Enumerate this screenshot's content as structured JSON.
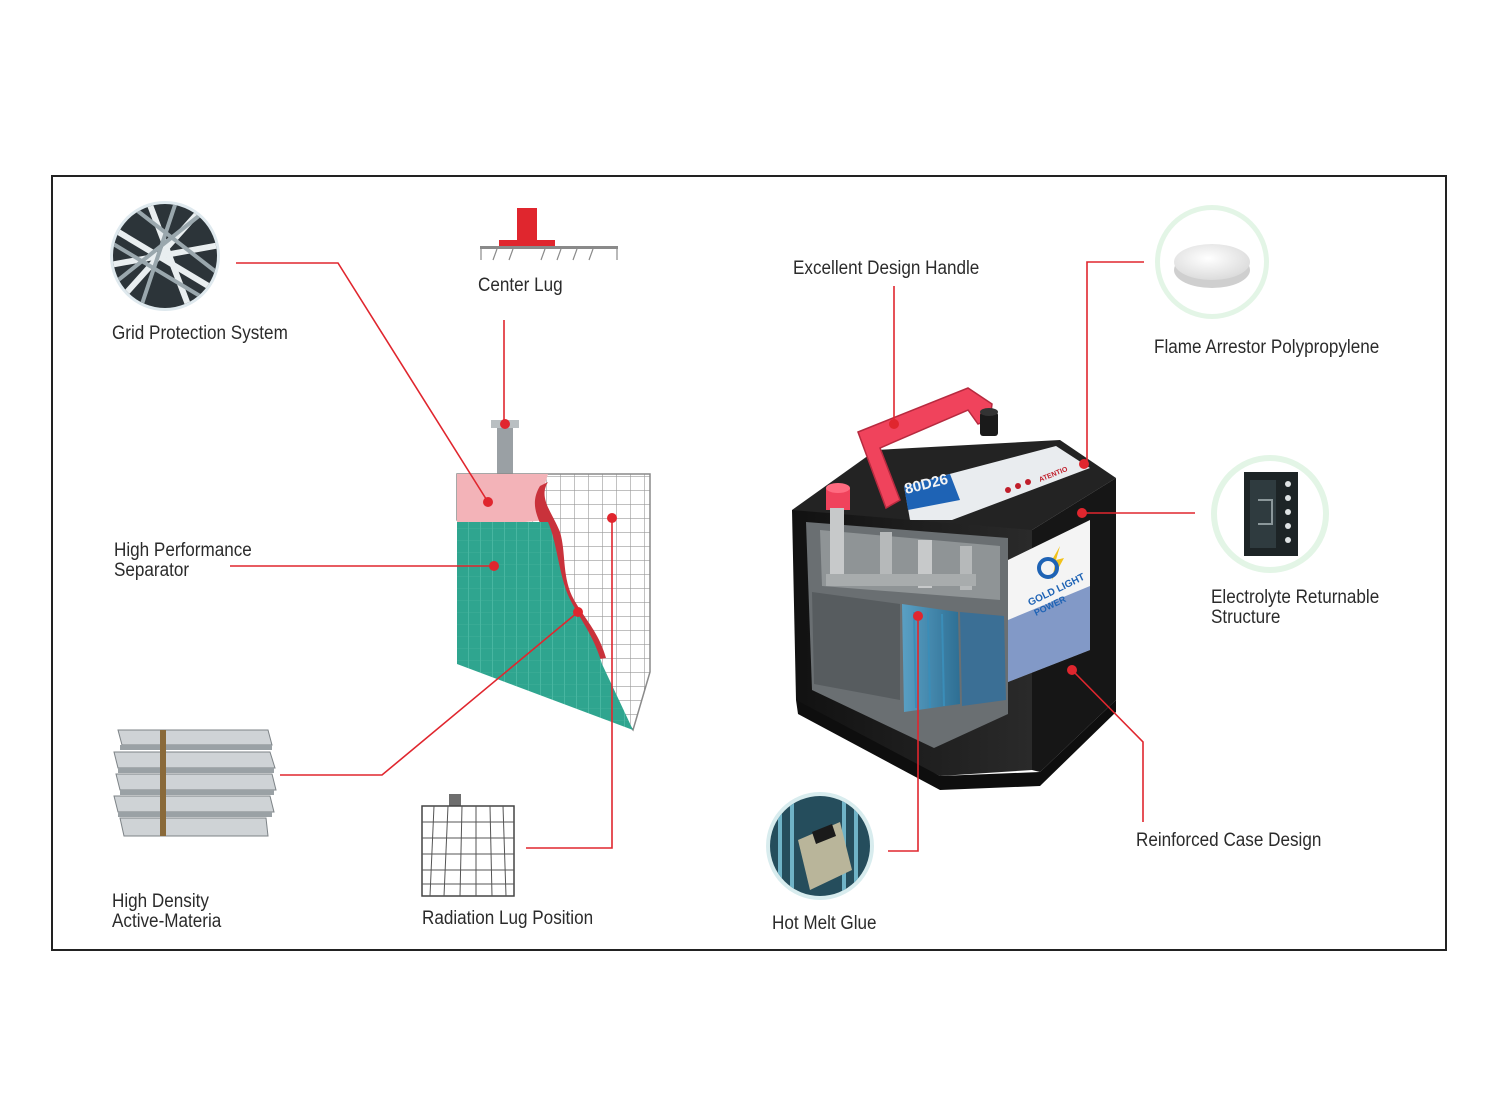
{
  "labels": {
    "grid_protection": "Grid Protection System",
    "center_lug": "Center Lug",
    "separator_line1": "High Performance",
    "separator_line2": "Separator",
    "active_material_line1": "High Density",
    "active_material_line2": "Active-Materia",
    "radiation_lug": "Radiation Lug Position",
    "handle": "Excellent Design Handle",
    "flame_arrestor": "Flame Arrestor Polypropylene",
    "electrolyte_line1": "Electrolyte Returnable",
    "electrolyte_line2": "Structure",
    "reinforced_case": "Reinforced Case Design",
    "hot_melt_glue": "Hot Melt Glue"
  },
  "battery": {
    "model_code": "80D26",
    "brand_line1": "GOLD LIGHT",
    "brand_line2": "POWER",
    "warning_text": "ATENTIO"
  },
  "colors": {
    "callout_red": "#e0262e",
    "separator_green": "#2fa58f",
    "plate_pink": "#f3b3b8",
    "handle_pink": "#f0435c",
    "case_black": "#1b1b1b"
  }
}
